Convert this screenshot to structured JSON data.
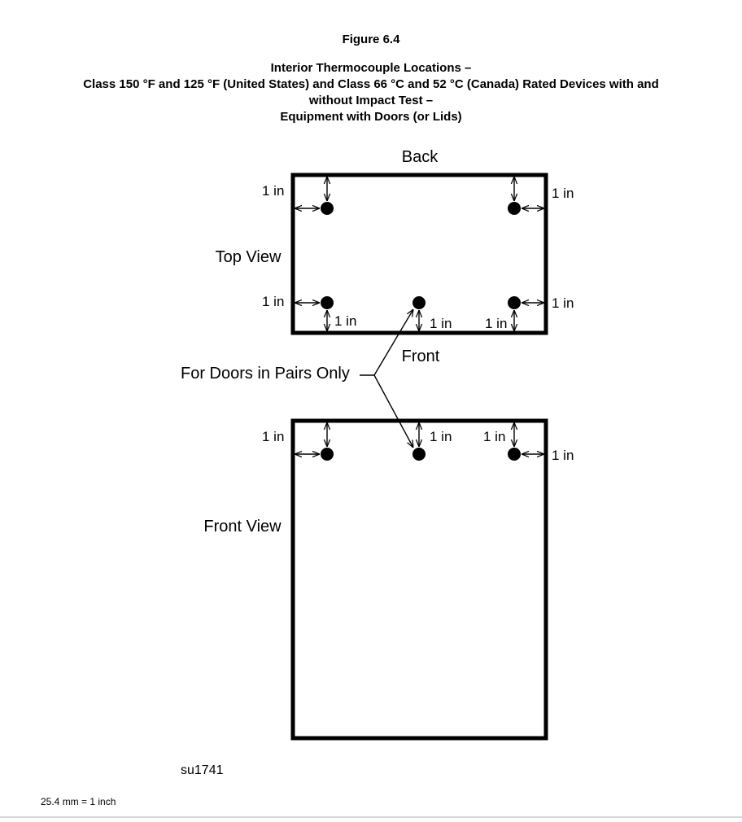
{
  "figure": {
    "number": "Figure 6.4",
    "title_lines": [
      "Interior Thermocouple Locations –",
      "Class 150 °F and 125 °F (United States) and Class 66 °C and 52 °C (Canada) Rated Devices with and",
      "without Impact Test –",
      "Equipment with Doors (or Lids)"
    ]
  },
  "top_view": {
    "edge_back": "Back",
    "edge_front": "Front",
    "view_label": "Top View",
    "dim_top_left": "1 in",
    "dim_top_right": "1 in",
    "dim_bottom_left_side": "1 in",
    "dim_bottom_left_vertical": "1 in",
    "dim_bottom_center": "1 in",
    "dim_bottom_right_vertical": "1 in",
    "dim_bottom_right_side": "1 in"
  },
  "callout": {
    "label": "For Doors in Pairs Only"
  },
  "front_view": {
    "view_label": "Front View",
    "dim_top_left": "1 in",
    "dim_top_center": "1 in",
    "dim_top_right_vertical": "1 in",
    "dim_top_right_side": "1 in"
  },
  "drawing_id": "su1741",
  "footnote": "25.4 mm = 1 inch"
}
